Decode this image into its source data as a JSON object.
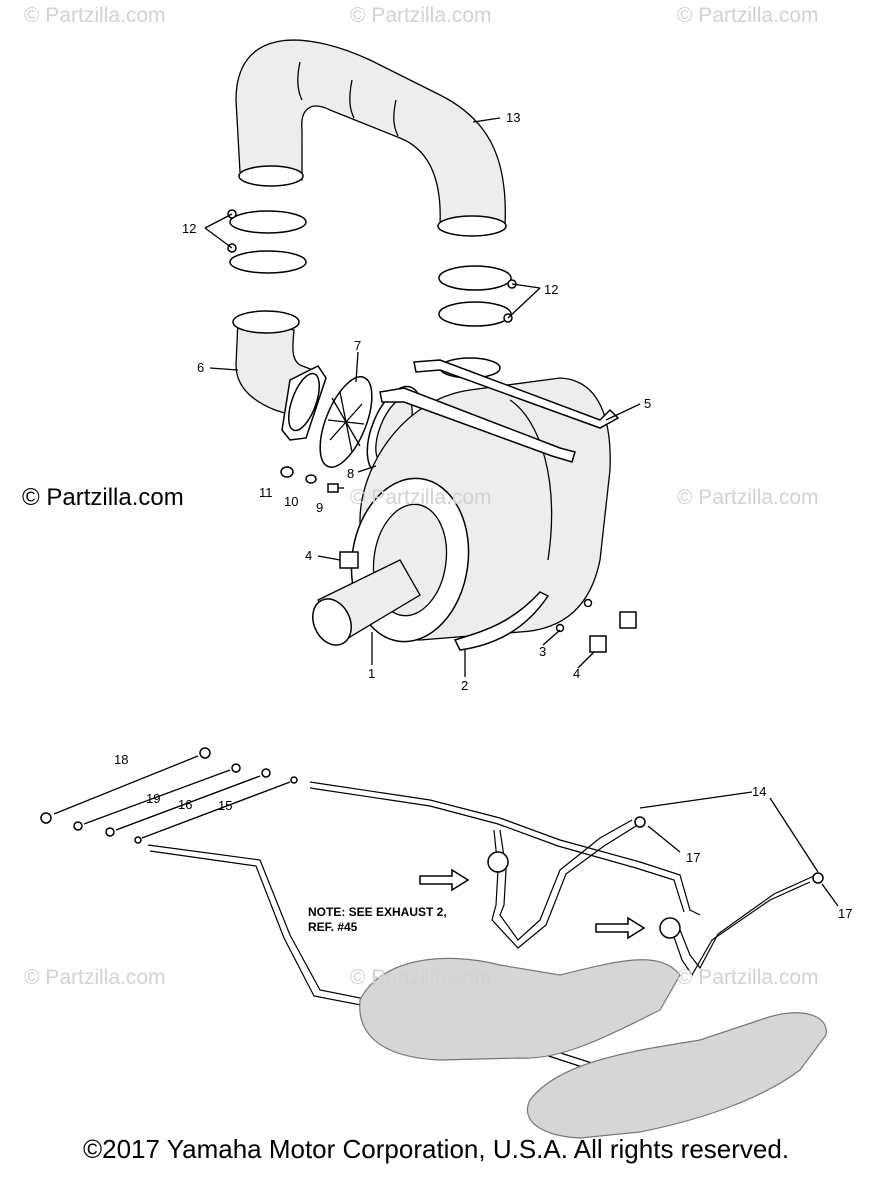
{
  "watermarks": [
    "© Partzilla.com",
    "© Partzilla.com",
    "© Partzilla.com",
    "© Partzilla.com",
    "© Partzilla.com",
    "© Partzilla.com",
    "© Partzilla.com",
    "© Partzilla.com"
  ],
  "brand_watermark": "© Partzilla.com",
  "copyright": "©2017 Yamaha Motor Corporation, U.S.A. All rights reserved.",
  "note_lines": [
    "NOTE: SEE EXHAUST 2,",
    "REF. #45"
  ],
  "callouts": [
    "1",
    "2",
    "3",
    "4",
    "4",
    "5",
    "6",
    "7",
    "8",
    "9",
    "10",
    "11",
    "12",
    "12",
    "13",
    "14",
    "15",
    "16",
    "17",
    "17",
    "18",
    "19"
  ]
}
